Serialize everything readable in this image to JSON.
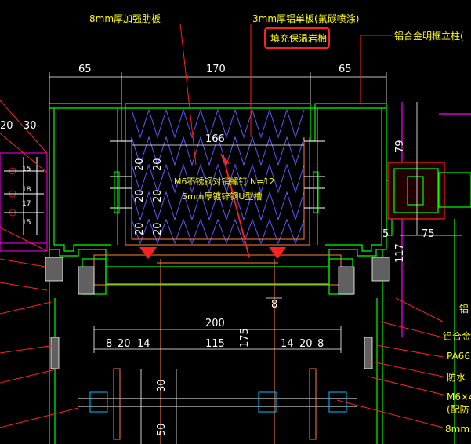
{
  "labels": {
    "top_left": "8mm厚加强肋板",
    "top_center": "3mm厚铝单板(氟碳喷涂)",
    "boxed": "填充保温岩棉",
    "top_right": "铝合金明框立柱(",
    "bolt_note": "M6不锈钢对销螺钉  N=12",
    "channel_note": "5mm厚镀锌钢U型槽",
    "right_1": "铝合金",
    "right_2": "PA66",
    "right_3": "防水",
    "right_4": "M6×4",
    "right_5": "(配防",
    "right_6": "8mm",
    "right_7": "铝"
  },
  "dims": {
    "d65_left": "65",
    "d170": "170",
    "d65_right": "65",
    "d166": "166",
    "d20_left": "20",
    "d30_left": "30",
    "d15_a": "15",
    "d18": "18",
    "d17": "17",
    "d15_b": "15",
    "d20_v1": "20",
    "d20_v2": "20",
    "d20_v3": "20",
    "d20_v4": "20",
    "d20_v5": "20",
    "d20_v6": "20",
    "d79": "79",
    "d75": "75",
    "d117": "117",
    "d5": "5",
    "d8_mid": "8",
    "d200": "200",
    "d8_a": "8",
    "d20_a": "20",
    "d14_a": "14",
    "d115": "115",
    "d175": "175",
    "d14_b": "14",
    "d20_b": "20",
    "d8_b": "8",
    "d30_low": "30",
    "d50": "50"
  },
  "colors": {
    "background": "#000000",
    "frame": "#00ff00",
    "insulation": "#6666ff",
    "label_text": "#ffff00",
    "dim_text": "#ffffff",
    "highlight_box": "#ff2020",
    "leader": "#ff2020",
    "bracket_magenta": "#ff00ff",
    "fitting_blue": "#00c0ff"
  }
}
